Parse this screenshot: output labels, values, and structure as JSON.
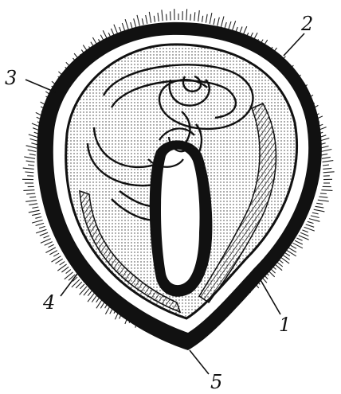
{
  "figure": {
    "ink_color": "#111111",
    "paper_color": "#ffffff",
    "callouts": [
      {
        "id": "c1",
        "text": "1"
      },
      {
        "id": "c2",
        "text": "2"
      },
      {
        "id": "c3",
        "text": "3"
      },
      {
        "id": "c4",
        "text": "4"
      },
      {
        "id": "c5",
        "text": "5"
      }
    ]
  }
}
